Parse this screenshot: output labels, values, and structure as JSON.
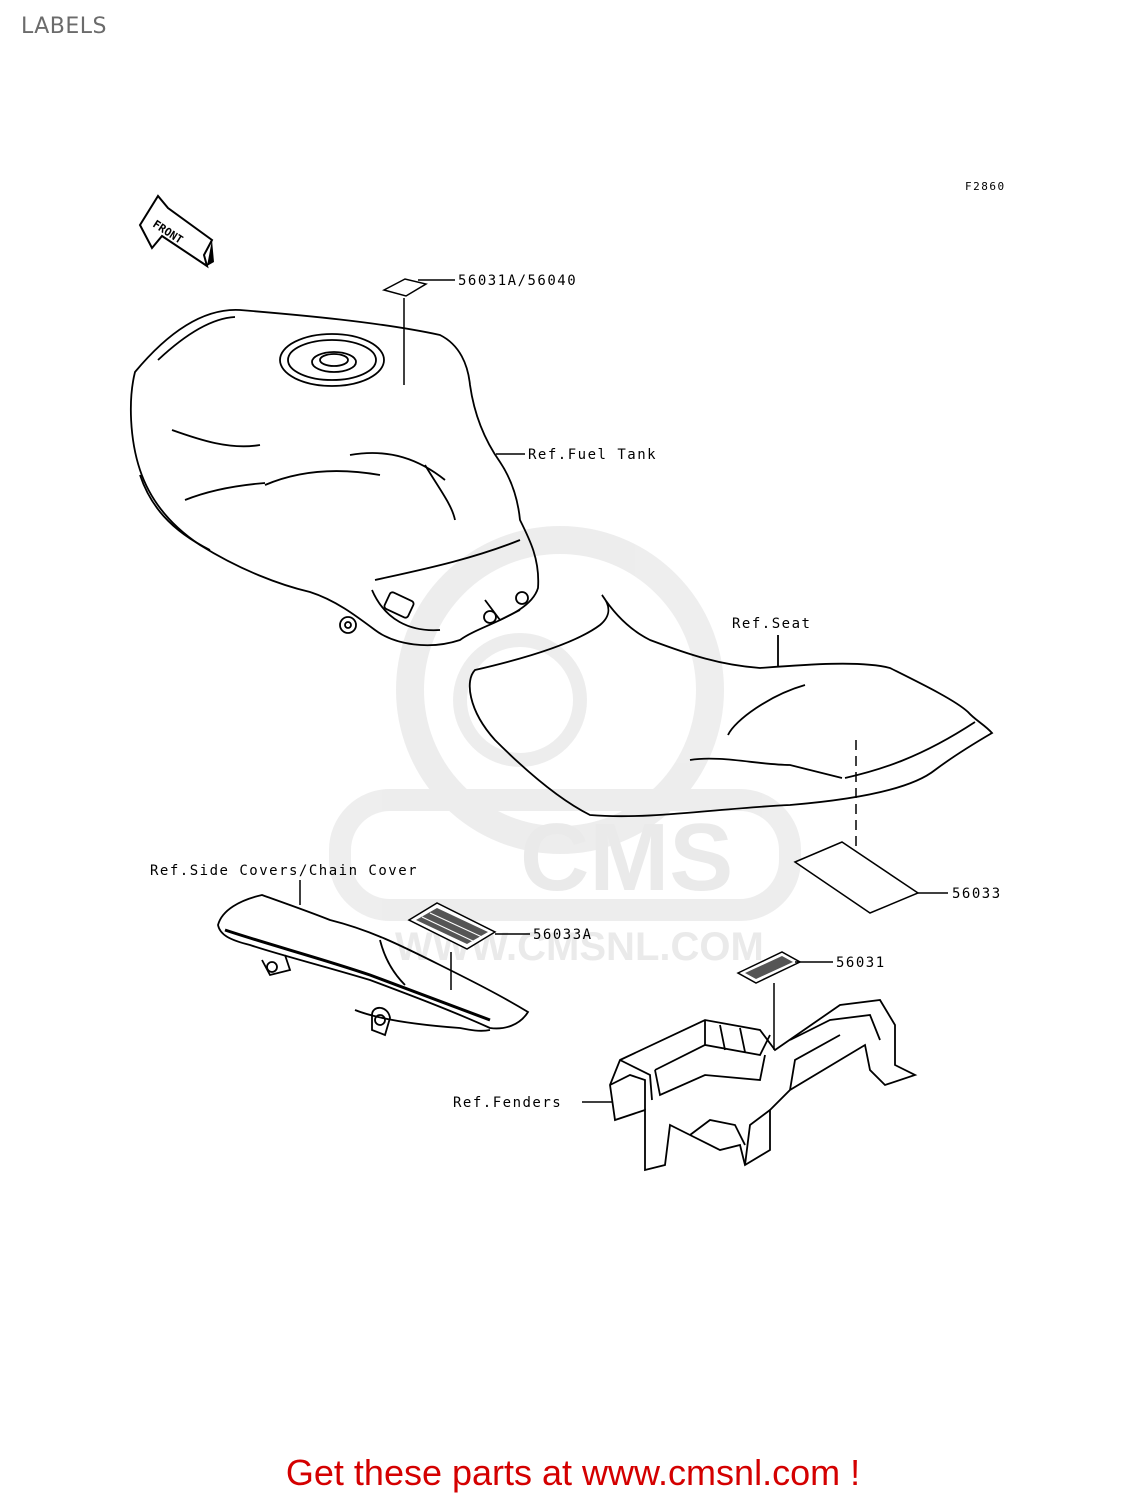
{
  "page": {
    "title": "LABELS",
    "footer": "Get these parts at www.cmsnl.com !"
  },
  "diagram": {
    "code": "F2860",
    "front_arrow": "FRONT",
    "watermark": {
      "brand": "CMS",
      "url": "WWW.CMSNL.COM"
    },
    "callouts": {
      "label_56031A": "56031A/56040",
      "fuel_tank": "Ref.Fuel Tank",
      "seat": "Ref.Seat",
      "label_56033": "56033",
      "side_covers": "Ref.Side Covers/Chain Cover",
      "label_56033A": "56033A",
      "label_56031": "56031",
      "fenders": "Ref.Fenders"
    }
  }
}
